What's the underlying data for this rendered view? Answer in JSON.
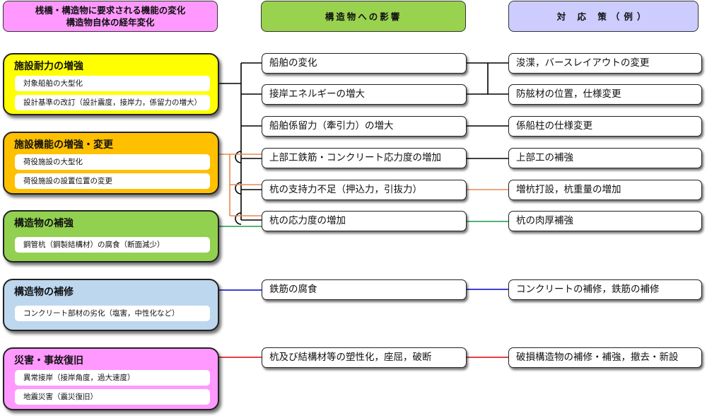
{
  "headers": {
    "column1": [
      "桟橋・構造物に要求される機能の変化",
      "構造物自体の経年変化"
    ],
    "column2": "構造物への影響",
    "column3": "対 応 策（例）"
  },
  "colors": {
    "header1": "#ff99ff",
    "header2": "#99d24f",
    "header3": "#ccccff",
    "cat_yellow": "#ffff00",
    "cat_orange": "#ffc000",
    "cat_green": "#92d050",
    "cat_blue": "#bdd7ee",
    "cat_pink": "#ff99ff",
    "line_black": "#000000",
    "line_orange": "#e8894f",
    "line_green": "#1a9a48",
    "line_blue": "#0000cc",
    "line_red": "#dd0000"
  },
  "categories": [
    {
      "title": "施設耐力の増強",
      "items": [
        "対象船舶の大型化",
        "設計基準の改訂（設計震度，接岸力，係留力の増大）"
      ]
    },
    {
      "title": "施設機能の増強・変更",
      "items": [
        "荷役施設の大型化",
        "荷役施設の設置位置の変更"
      ]
    },
    {
      "title": "構造物の補強",
      "items": [
        "鋼管杭（鋼製結構材）の腐食（断面減少）"
      ]
    },
    {
      "title": "構造物の補修",
      "items": [
        "コンクリート部材の劣化（塩害，中性化など）"
      ]
    },
    {
      "title": "災害・事故復旧",
      "items": [
        "異常接岸（接岸角度，過大速度）",
        "地震災害（震災復旧）"
      ]
    }
  ],
  "impacts": [
    "船舶の変化",
    "接岸エネルギーの増大",
    "船舶係留力（牽引力）の増大",
    "上部工鉄筋・コンクリート応力度の増加",
    "杭の支持力不足（押込力，引抜力）",
    "杭の応力度の増加",
    "鉄筋の腐食",
    "杭及び結構材等の塑性化，座屈，破断"
  ],
  "countermeasures": [
    "浚渫，バースレイアウトの変更",
    "防舷材の位置，仕様変更",
    "係船柱の仕様変更",
    "上部工の補強",
    "増杭打設，杭重量の増加",
    "杭の肉厚補強",
    "コンクリートの補修，鉄筋の補修",
    "破損構造物の補修・補強，撤去・新設"
  ]
}
